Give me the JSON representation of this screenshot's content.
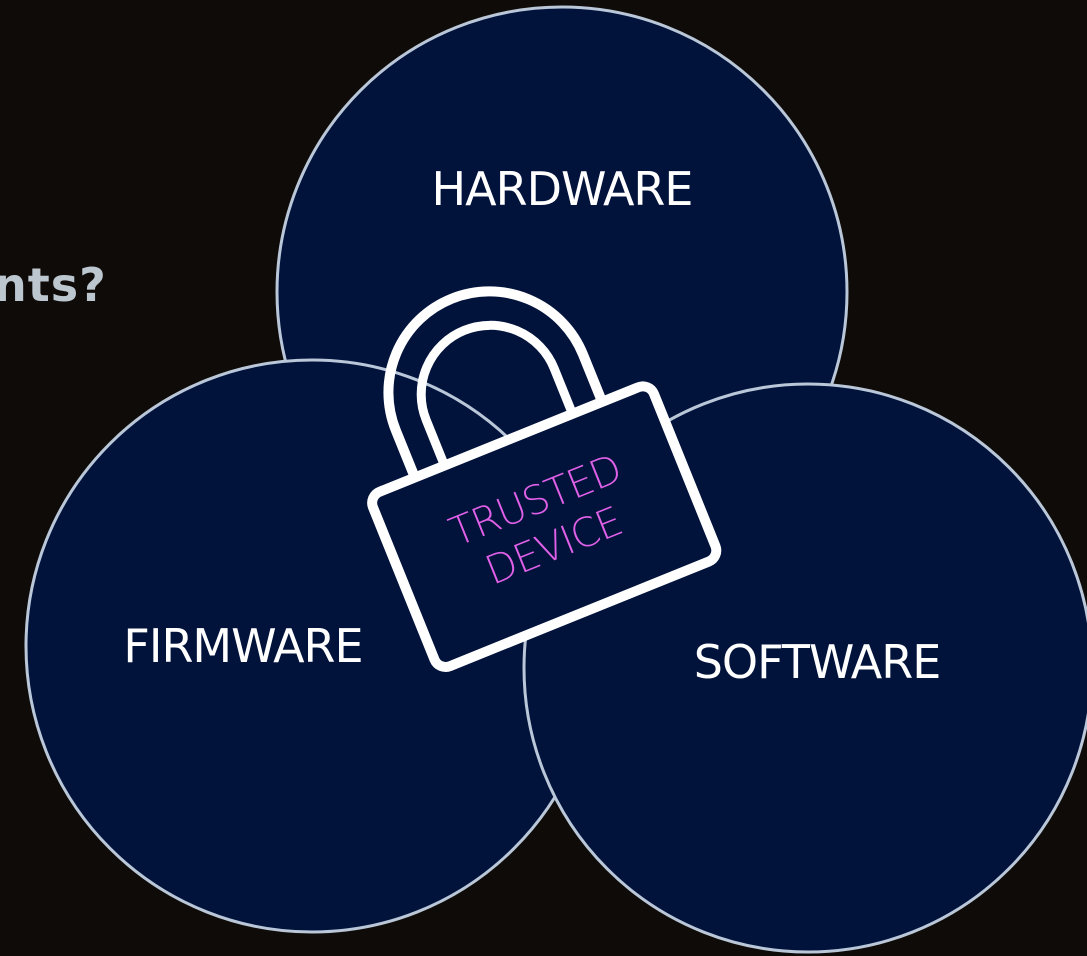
{
  "heading_fragment": "nts?",
  "circles": {
    "hardware": {
      "label": "HARDWARE"
    },
    "firmware": {
      "label": "FIRMWARE"
    },
    "software": {
      "label": "SOFTWARE"
    }
  },
  "lock": {
    "line1": "TRUSTED",
    "line2": "DEVICE"
  },
  "colors": {
    "background": "#0f0b09",
    "circle_fill": "#01123b",
    "circle_stroke": "#b9c7d8",
    "label": "#ffffff",
    "lock_text": "#e061e8",
    "heading": "#bcc6cf"
  }
}
